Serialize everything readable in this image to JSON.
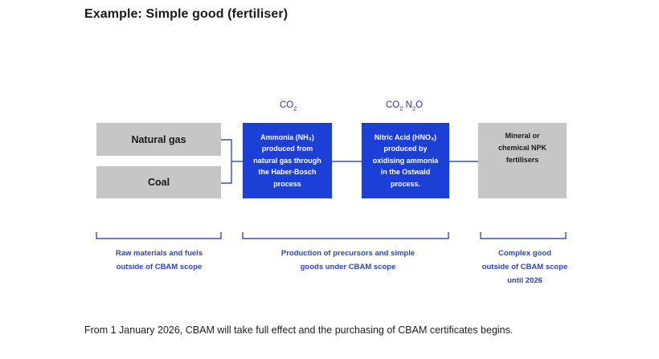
{
  "title": "Example: Simple good (fertiliser)",
  "colors": {
    "process_blue": "#1c3fd6",
    "box_grey": "#c6c6c6",
    "accent_text": "#2a45c2",
    "line": "#1a2f9c"
  },
  "inputs": [
    {
      "label": "Natural gas"
    },
    {
      "label": "Coal"
    }
  ],
  "gases": {
    "ammonia": {
      "main": "CO",
      "sub": "2"
    },
    "nitric": {
      "co": "CO",
      "co_sub": "2",
      "n": "N",
      "n_sub": "2",
      "o": "O"
    }
  },
  "processes": {
    "ammonia": {
      "line1": "Ammonia (NH₃)",
      "line2": "produced from",
      "line3": "natural gas through",
      "line4": "the Haber-Bosch",
      "line5": "process"
    },
    "nitric": {
      "line1": "Nitric Acid (HNO₃)",
      "line2": "produced by",
      "line3": "oxidising ammonia",
      "line4": "in the Ostwald",
      "line5": "process."
    }
  },
  "output": {
    "line1": "Mineral or",
    "line2": "chemical NPK",
    "line3": "fertilisers"
  },
  "scope_labels": {
    "raw": {
      "line1": "Raw materials and fuels",
      "line2": "outside of CBAM scope"
    },
    "precursors": {
      "line1": "Production of precursors and simple",
      "line2": "goods under CBAM scope"
    },
    "complex": {
      "line1": "Complex good",
      "line2": "outside of CBAM scope",
      "line3": "until 2026"
    }
  },
  "footer": "From 1 January 2026, CBAM will take full effect and the purchasing of CBAM certificates begins."
}
